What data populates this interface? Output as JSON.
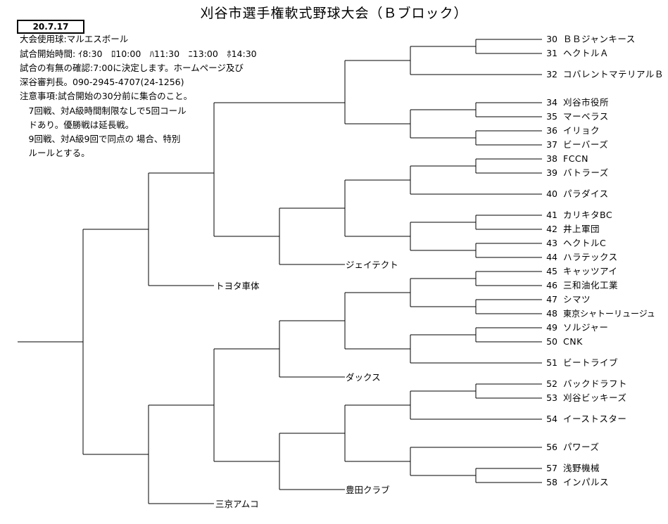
{
  "header": {
    "title": "刈谷市選手権軟式野球大会（Ｂブロック）",
    "date": "20.7.17"
  },
  "notes": [
    "大会使用球:マルエスボール",
    "試合開始時間: ｲ8:30　ﾛ10:00　ﾊ11:30　ﾆ13:00　ﾎ14:30",
    "試合の有無の確認:7:00に決定します。ホームページ及び",
    "深谷審判長。090-2945-4707(24-1256)",
    "注意事項:試合開始の30分前に集合のこと。",
    "　7回戦、対A級時間制限なしで5回コール",
    "　ドあり。優勝戦は延長戦。",
    "　9回戦、対A級9回で同点の 場合、特別",
    "　ルールとする。"
  ],
  "teams": [
    {
      "no": "30",
      "name": "ＢＢジャンキース"
    },
    {
      "no": "31",
      "name": "ヘクトルＡ"
    },
    {
      "no": "32",
      "name": "コバレントマテリアルＢ"
    },
    {
      "no": "34",
      "name": "刈谷市役所"
    },
    {
      "no": "35",
      "name": "マーベラス"
    },
    {
      "no": "36",
      "name": "イリョク"
    },
    {
      "no": "37",
      "name": "ビーバーズ"
    },
    {
      "no": "38",
      "name": "FCCN"
    },
    {
      "no": "39",
      "name": "バトラーズ"
    },
    {
      "no": "40",
      "name": "パラダイス"
    },
    {
      "no": "41",
      "name": "カリキタBC"
    },
    {
      "no": "42",
      "name": "井上軍団"
    },
    {
      "no": "43",
      "name": "ヘクトルC"
    },
    {
      "no": "44",
      "name": "ハラテックス"
    },
    {
      "no": "45",
      "name": "キャッツアイ"
    },
    {
      "no": "46",
      "name": "三和油化工業"
    },
    {
      "no": "47",
      "name": "シマツ"
    },
    {
      "no": "48",
      "name": "東京シャトーリュージュ"
    },
    {
      "no": "49",
      "name": "ソルジャー"
    },
    {
      "no": "50",
      "name": "CNK"
    },
    {
      "no": "51",
      "name": "ビートライブ"
    },
    {
      "no": "52",
      "name": "バックドラフト"
    },
    {
      "no": "53",
      "name": "刈谷ビッキーズ"
    },
    {
      "no": "54",
      "name": "イーストスター"
    },
    {
      "no": "56",
      "name": "パワーズ"
    },
    {
      "no": "57",
      "name": "浅野機械"
    },
    {
      "no": "58",
      "name": "インパルス"
    }
  ],
  "seeds": {
    "jeitekuto": "ジェイテクト",
    "toyota": "トヨタ車体",
    "dakkusu": "ダックス",
    "toyoda": "豊田クラブ",
    "sankyo": "三京アムコ"
  }
}
